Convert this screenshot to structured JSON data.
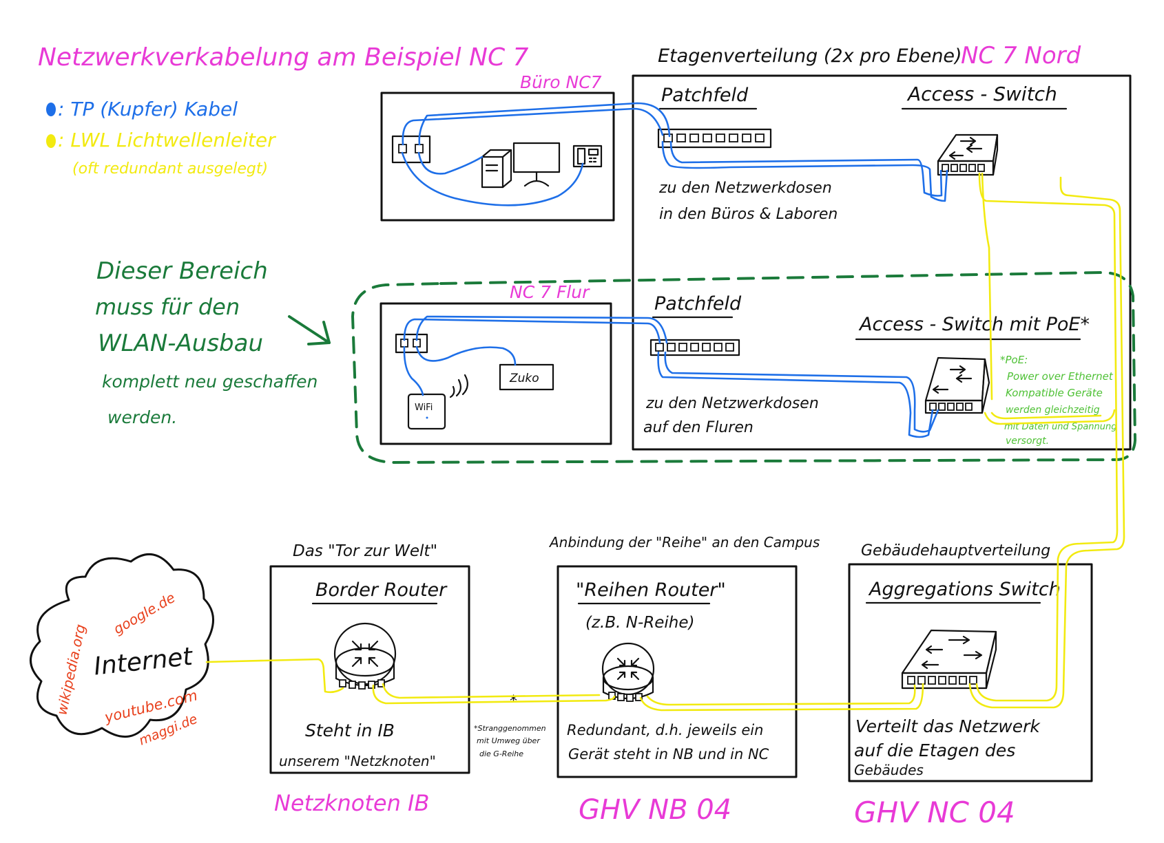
{
  "title": "Netzwerkverkabelung am Beispiel NC 7",
  "legend": {
    "tp": ": TP (Kupfer) Kabel",
    "lwl": ": LWL Lichtwellenleiter",
    "lwl_note": "(oft redundant ausgelegt)"
  },
  "colors": {
    "title": "#e83ad6",
    "tp": "#1e6fe8",
    "lwl": "#f2ea10",
    "green": "#1a7a3a",
    "poe_note": "#4fc136",
    "internet_sites": "#e8401c"
  },
  "etagenverteilung": {
    "title": "Etagenverteilung (2x pro Ebene)",
    "name": "NC 7 Nord",
    "upper_patch": "Patchfeld",
    "upper_switch": "Access - Switch",
    "upper_note_1": "zu den Netzwerkdosen",
    "upper_note_2": "in den Büros & Laboren",
    "lower_patch": "Patchfeld",
    "lower_switch": "Access - Switch mit PoE*",
    "lower_note_1": "zu den Netzwerkdosen",
    "lower_note_2": "auf den Fluren"
  },
  "buero": {
    "label": "Büro NC7"
  },
  "flur": {
    "label": "NC 7 Flur",
    "wifi": "WiFi",
    "zuko": "Zuko"
  },
  "green_note": [
    "Dieser Bereich",
    "muss für den",
    "WLAN-Ausbau",
    "komplett neu geschaffen",
    "werden."
  ],
  "poe_note": [
    "*PoE:",
    "Power over Ethernet",
    "Kompatible Geräte",
    "werden gleichzeitig",
    "mit Daten und Spannung",
    "versorgt."
  ],
  "internet": {
    "label": "Internet",
    "sites": [
      "wikipedia.org",
      "google.de",
      "youtube.com",
      "maggi.de"
    ]
  },
  "border_router": {
    "caption": "Das \"Tor zur Welt\"",
    "title": "Border Router",
    "note_1": "Steht in IB",
    "note_2": "unserem \"Netzknoten\"",
    "location": "Netzknoten IB"
  },
  "asterisk": "*",
  "detour_note": [
    "*Stranggenommen",
    "mit Umweg über",
    "die G-Reihe"
  ],
  "reihen_router": {
    "caption": "Anbindung der \"Reihe\" an den Campus",
    "title": "\"Reihen Router\"",
    "subtitle": "(z.B. N-Reihe)",
    "note_1": "Redundant, d.h. jeweils ein",
    "note_2": "Gerät steht in NB und in NC",
    "location": "GHV NB 04"
  },
  "aggregation": {
    "caption": "Gebäudehauptverteilung",
    "title": "Aggregations Switch",
    "note_1": "Verteilt das Netzwerk",
    "note_2": "auf die Etagen des",
    "note_3": "Gebäudes",
    "location": "GHV NC 04"
  }
}
